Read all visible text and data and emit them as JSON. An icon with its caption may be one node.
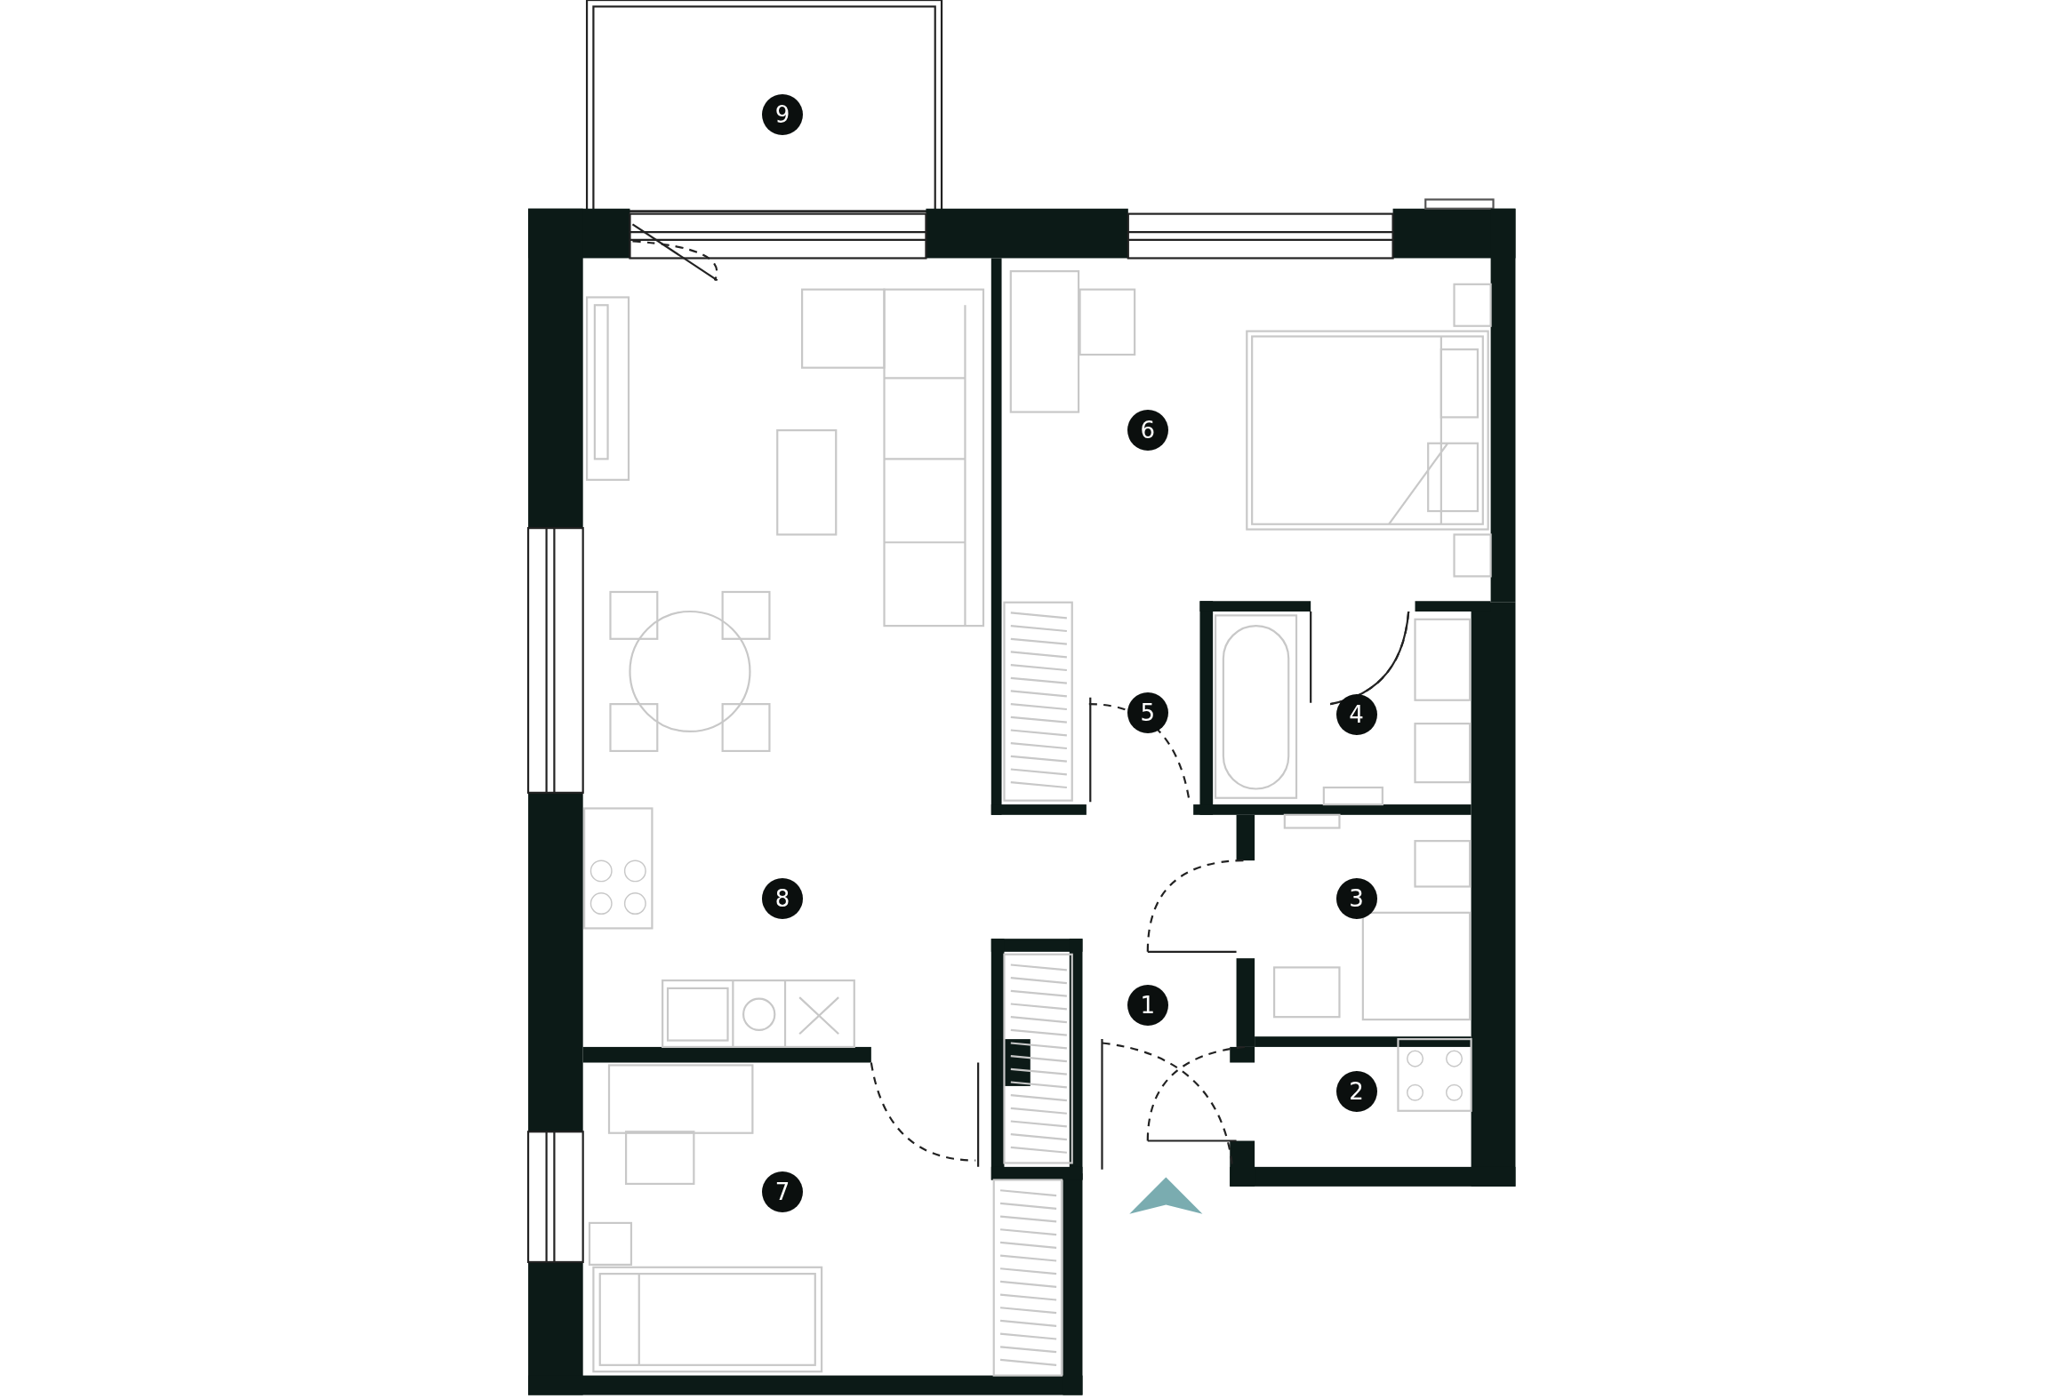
{
  "diagram": {
    "nodes": [
      {
        "text": [
          "9"
        ]
      },
      {
        "text": [
          "6"
        ]
      },
      {
        "text": [
          "5"
        ]
      },
      {
        "text": [
          "4"
        ]
      },
      {
        "text": [
          "8"
        ]
      },
      {
        "text": [
          "3"
        ]
      },
      {
        "text": [
          "1"
        ]
      },
      {
        "text": [
          "2"
        ]
      },
      {
        "text": [
          "7"
        ]
      }
    ]
  }
}
